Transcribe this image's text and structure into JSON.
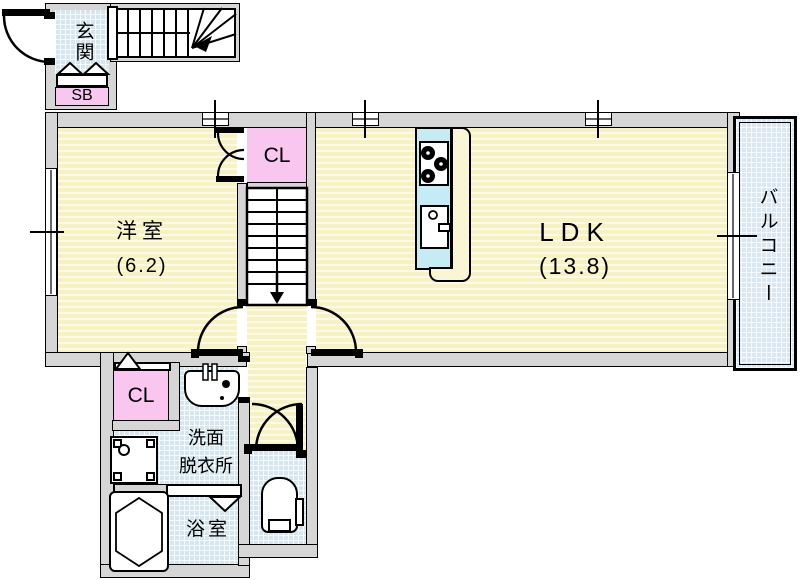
{
  "labels": {
    "entrance": "玄関",
    "shoe_box": "SB",
    "closet_upper": "CL",
    "closet_lower": "CL",
    "western_room": "洋室",
    "western_room_size": "(6.2)",
    "ldk": "LDK",
    "ldk_size": "(13.8)",
    "balcony": "バルコニー",
    "washroom_line1": "洗面",
    "washroom_line2": "脱衣所",
    "bathroom": "浴室"
  },
  "fixtures": {
    "kitchen": [
      "stove-burners",
      "kitchen-sink",
      "counter-wrap"
    ],
    "sanitary": [
      "washbasin",
      "washing-machine-pan",
      "bathtub",
      "toilet"
    ],
    "circulation": [
      "staircase-upper",
      "staircase-middle",
      "entrance-door",
      "room-doors",
      "folding-bath-door"
    ],
    "openings": [
      "left-window",
      "balcony-sliding-door",
      "wall-vents"
    ]
  },
  "colors": {
    "wall": "#d6d6d6",
    "ink": "#000000",
    "fy": "#f6f2c4",
    "fyl": "#fdfbe8",
    "fb": "#d5e6ef",
    "pink": "#f8c6ef",
    "kblue": "#c5ecf4",
    "cream": "#faf5d4",
    "bal": "#d9e7f3"
  }
}
